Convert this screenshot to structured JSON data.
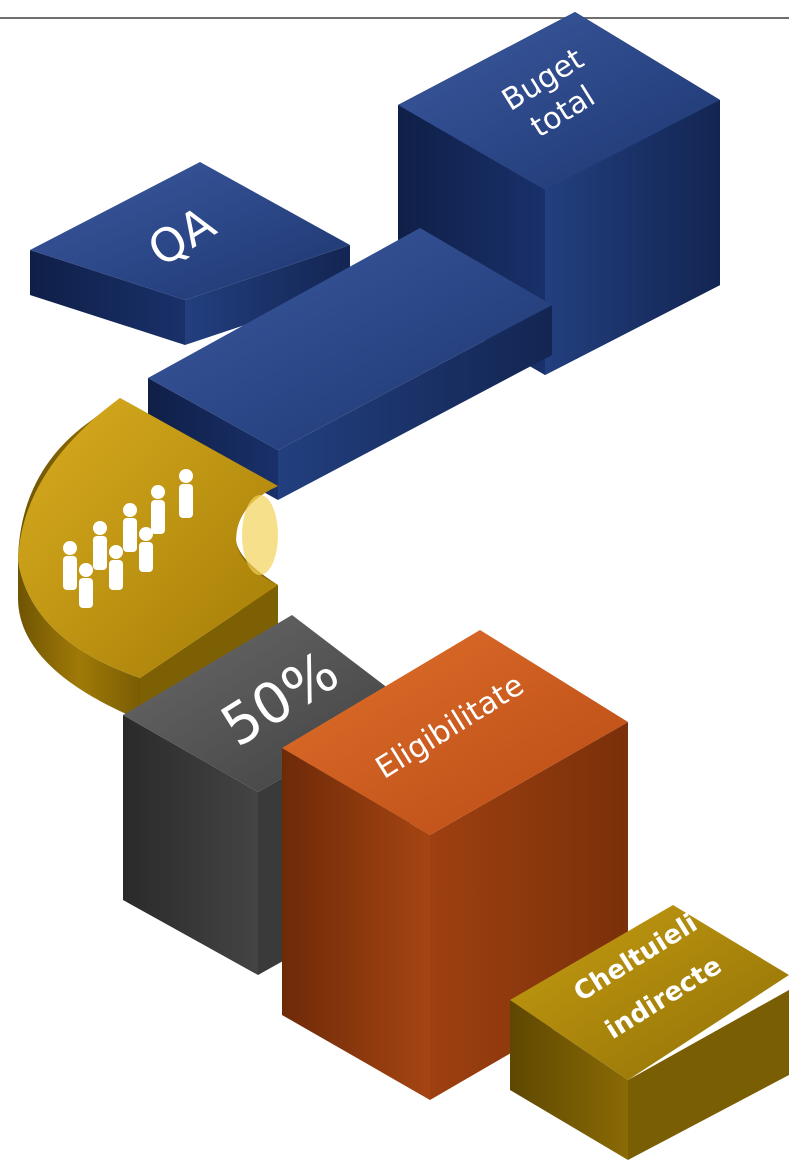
{
  "labels": {
    "qa": "QA",
    "budget_line1": "Buget",
    "budget_line2": "total",
    "percent": "50%",
    "eligibility": "Eligibilitate",
    "indirect_line1": "Cheltuieli",
    "indirect_line2": "indirecte"
  },
  "colors": {
    "navy": "#1f3a75",
    "gold": "#b48b0e",
    "gray": "#4a4a4a",
    "orange": "#c7521a",
    "olive": "#9a7a09"
  },
  "icons": {
    "people": "people-group-icon"
  }
}
